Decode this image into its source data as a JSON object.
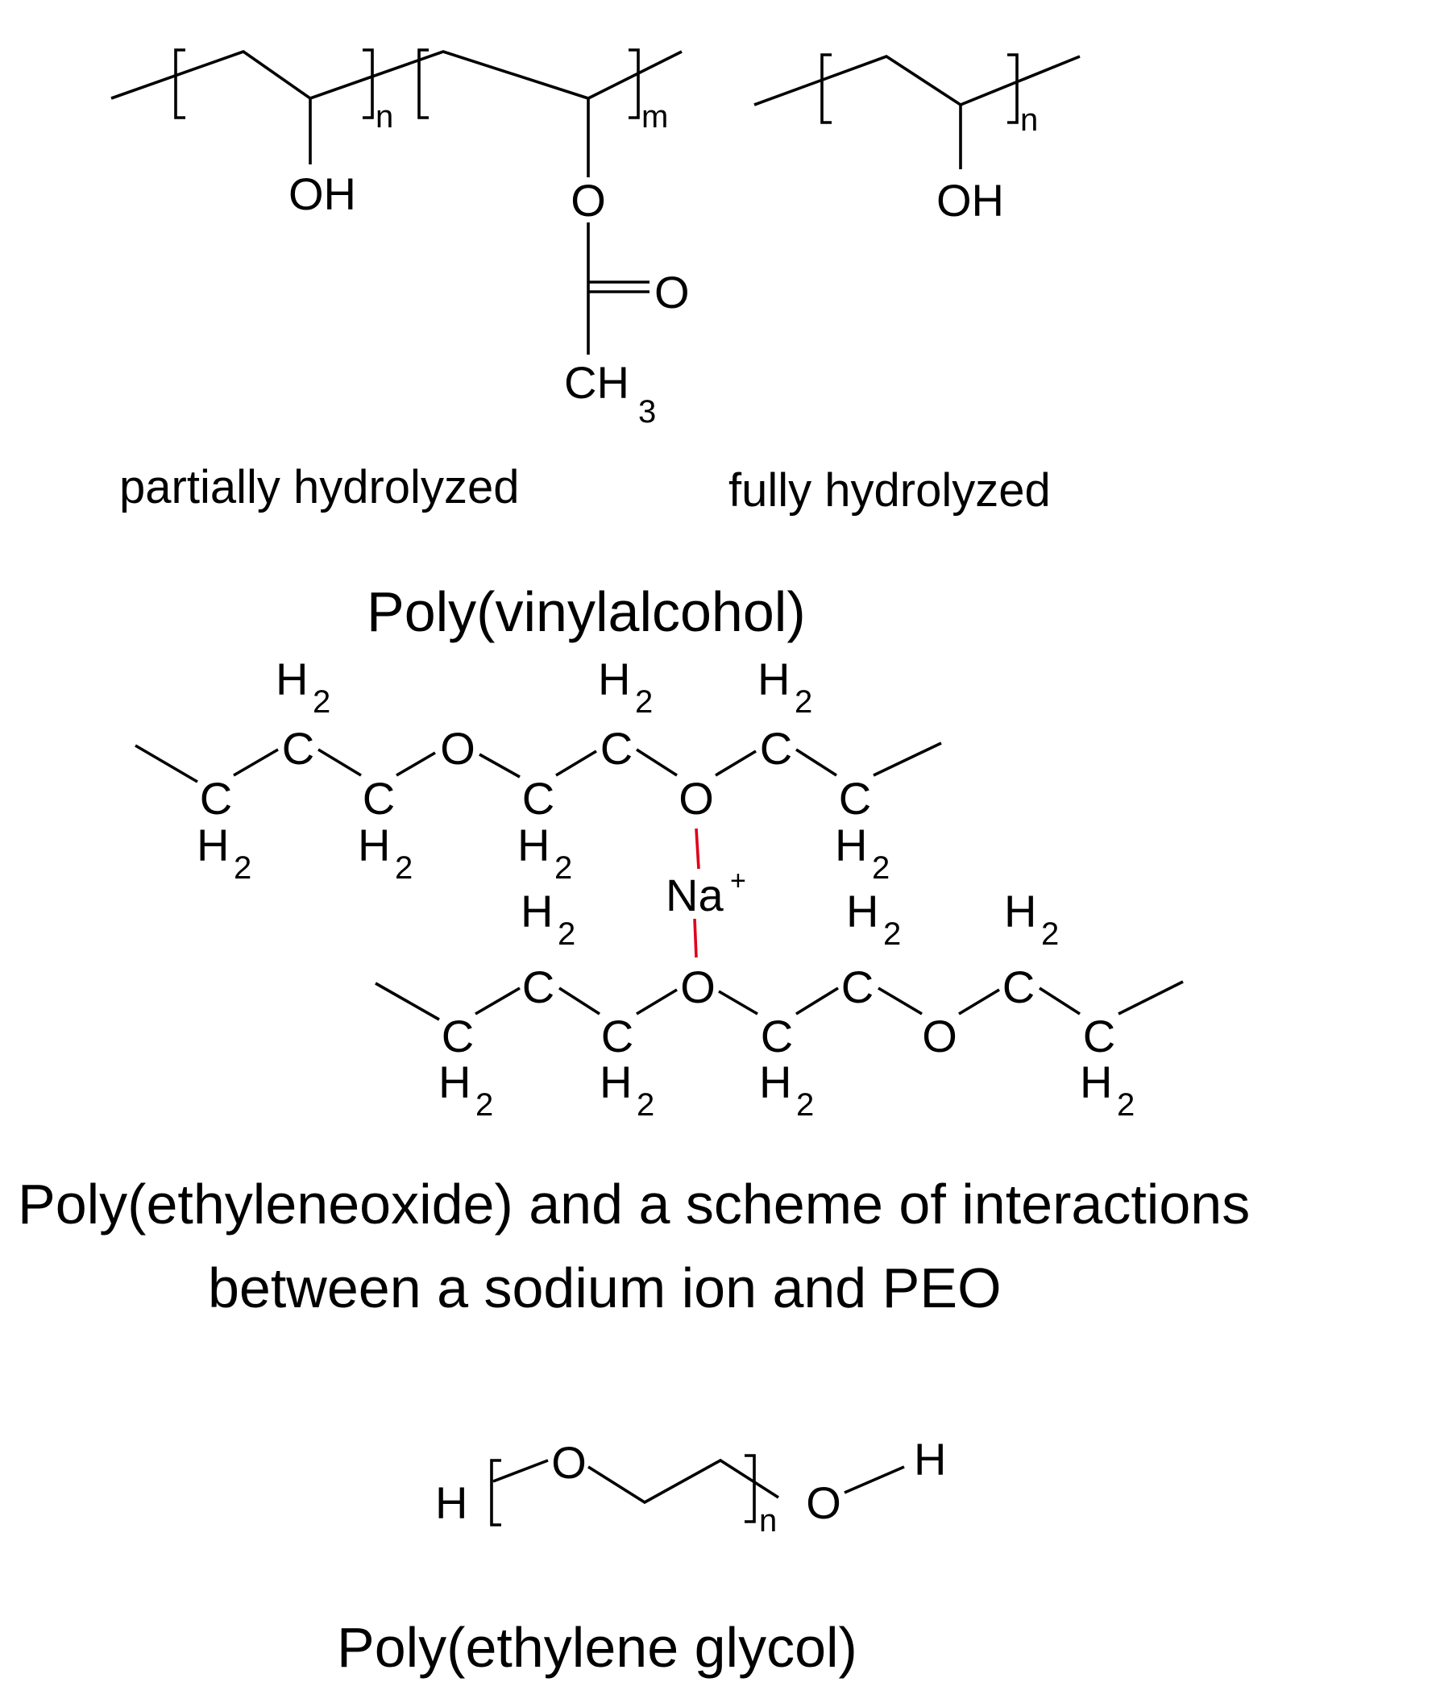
{
  "labels": {
    "OH": "OH",
    "O": "O",
    "H": "H",
    "C": "C",
    "CH": "CH",
    "Na": "Na",
    "plus": "+",
    "two": "2",
    "three": "3",
    "n": "n",
    "m": "m"
  },
  "captions": {
    "partial": "partially hydrolyzed",
    "full": "fully hydrolyzed",
    "pva": "Poly(vinylalcohol)",
    "peo_line1": "Poly(ethyleneoxide) and a scheme of interactions",
    "peo_line2": "between a sodium ion and PEO",
    "peg": "Poly(ethylene glycol)"
  },
  "colors": {
    "ink": "#000000",
    "ion_interaction": "#e0001a"
  }
}
